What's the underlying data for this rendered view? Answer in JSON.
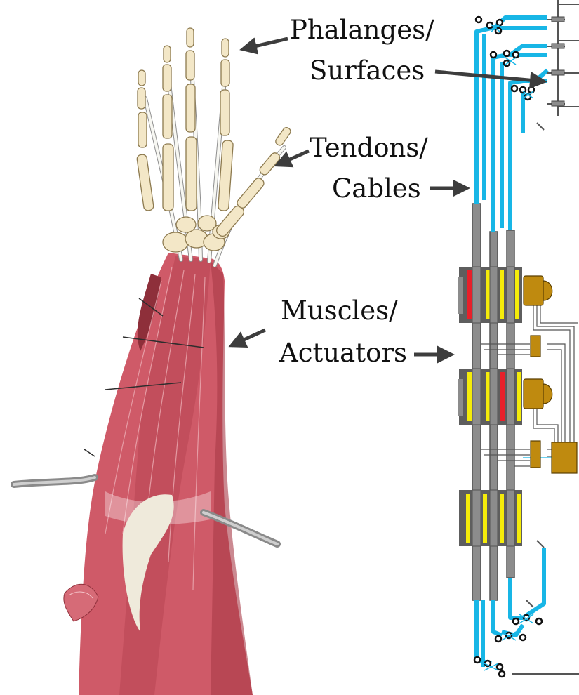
{
  "labels": {
    "phalanges": [
      "Phalanges/",
      "Surfaces"
    ],
    "tendons": [
      "Tendons/",
      "Cables"
    ],
    "muscles": [
      "Muscles/",
      "Actuators"
    ]
  },
  "colors": {
    "cable": "#18b6e6",
    "rod": "#8c8c8c",
    "muscle": "#cf5a68",
    "muscle_dark": "#a83a48",
    "bone": "#f3e7c7",
    "tendon": "#f7f7f2",
    "actuator_red": "#e8202a",
    "actuator_yellow": "#f5ec0a",
    "actuator_frame": "#5e5e5e",
    "motor": "#bf8a0f",
    "arrow": "#3d3d3d"
  }
}
